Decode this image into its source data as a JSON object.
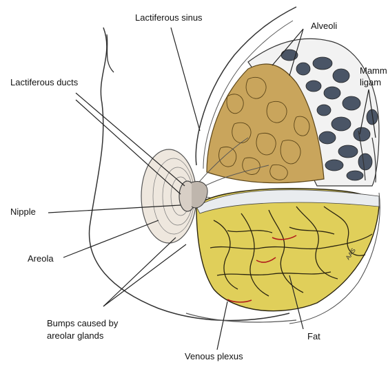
{
  "labels": {
    "lactiferous_sinus": "Lactiferous sinus",
    "alveoli": "Alveoli",
    "mammary_ligaments_line1": "Mamm",
    "mammary_ligaments_line2": "ligam",
    "lactiferous_ducts": "Lactiferous ducts",
    "nipple": "Nipple",
    "areola": "Areola",
    "bumps_line1": "Bumps caused by",
    "bumps_line2": "areolar glands",
    "fat": "Fat",
    "venous_plexus": "Venous plexus",
    "signature": "AAS"
  },
  "colors": {
    "gland": "#c9a55c",
    "gland_dark": "#8a6a2c",
    "fat": "#e0cf5a",
    "fat_line": "#2a2410",
    "skin_line": "#333333",
    "alveoli_fill": "#f2f2f2",
    "areola": "#eee7de",
    "vein": "#b11a1a"
  }
}
